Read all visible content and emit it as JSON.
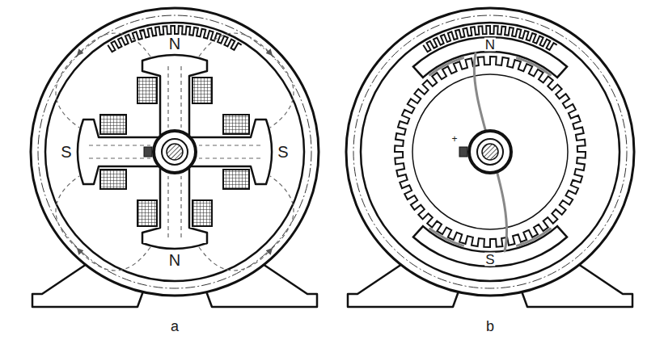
{
  "diagram": {
    "labels": [
      "N",
      "S",
      "S",
      "N",
      "N",
      "+",
      "S",
      "a",
      "b"
    ]
  }
}
